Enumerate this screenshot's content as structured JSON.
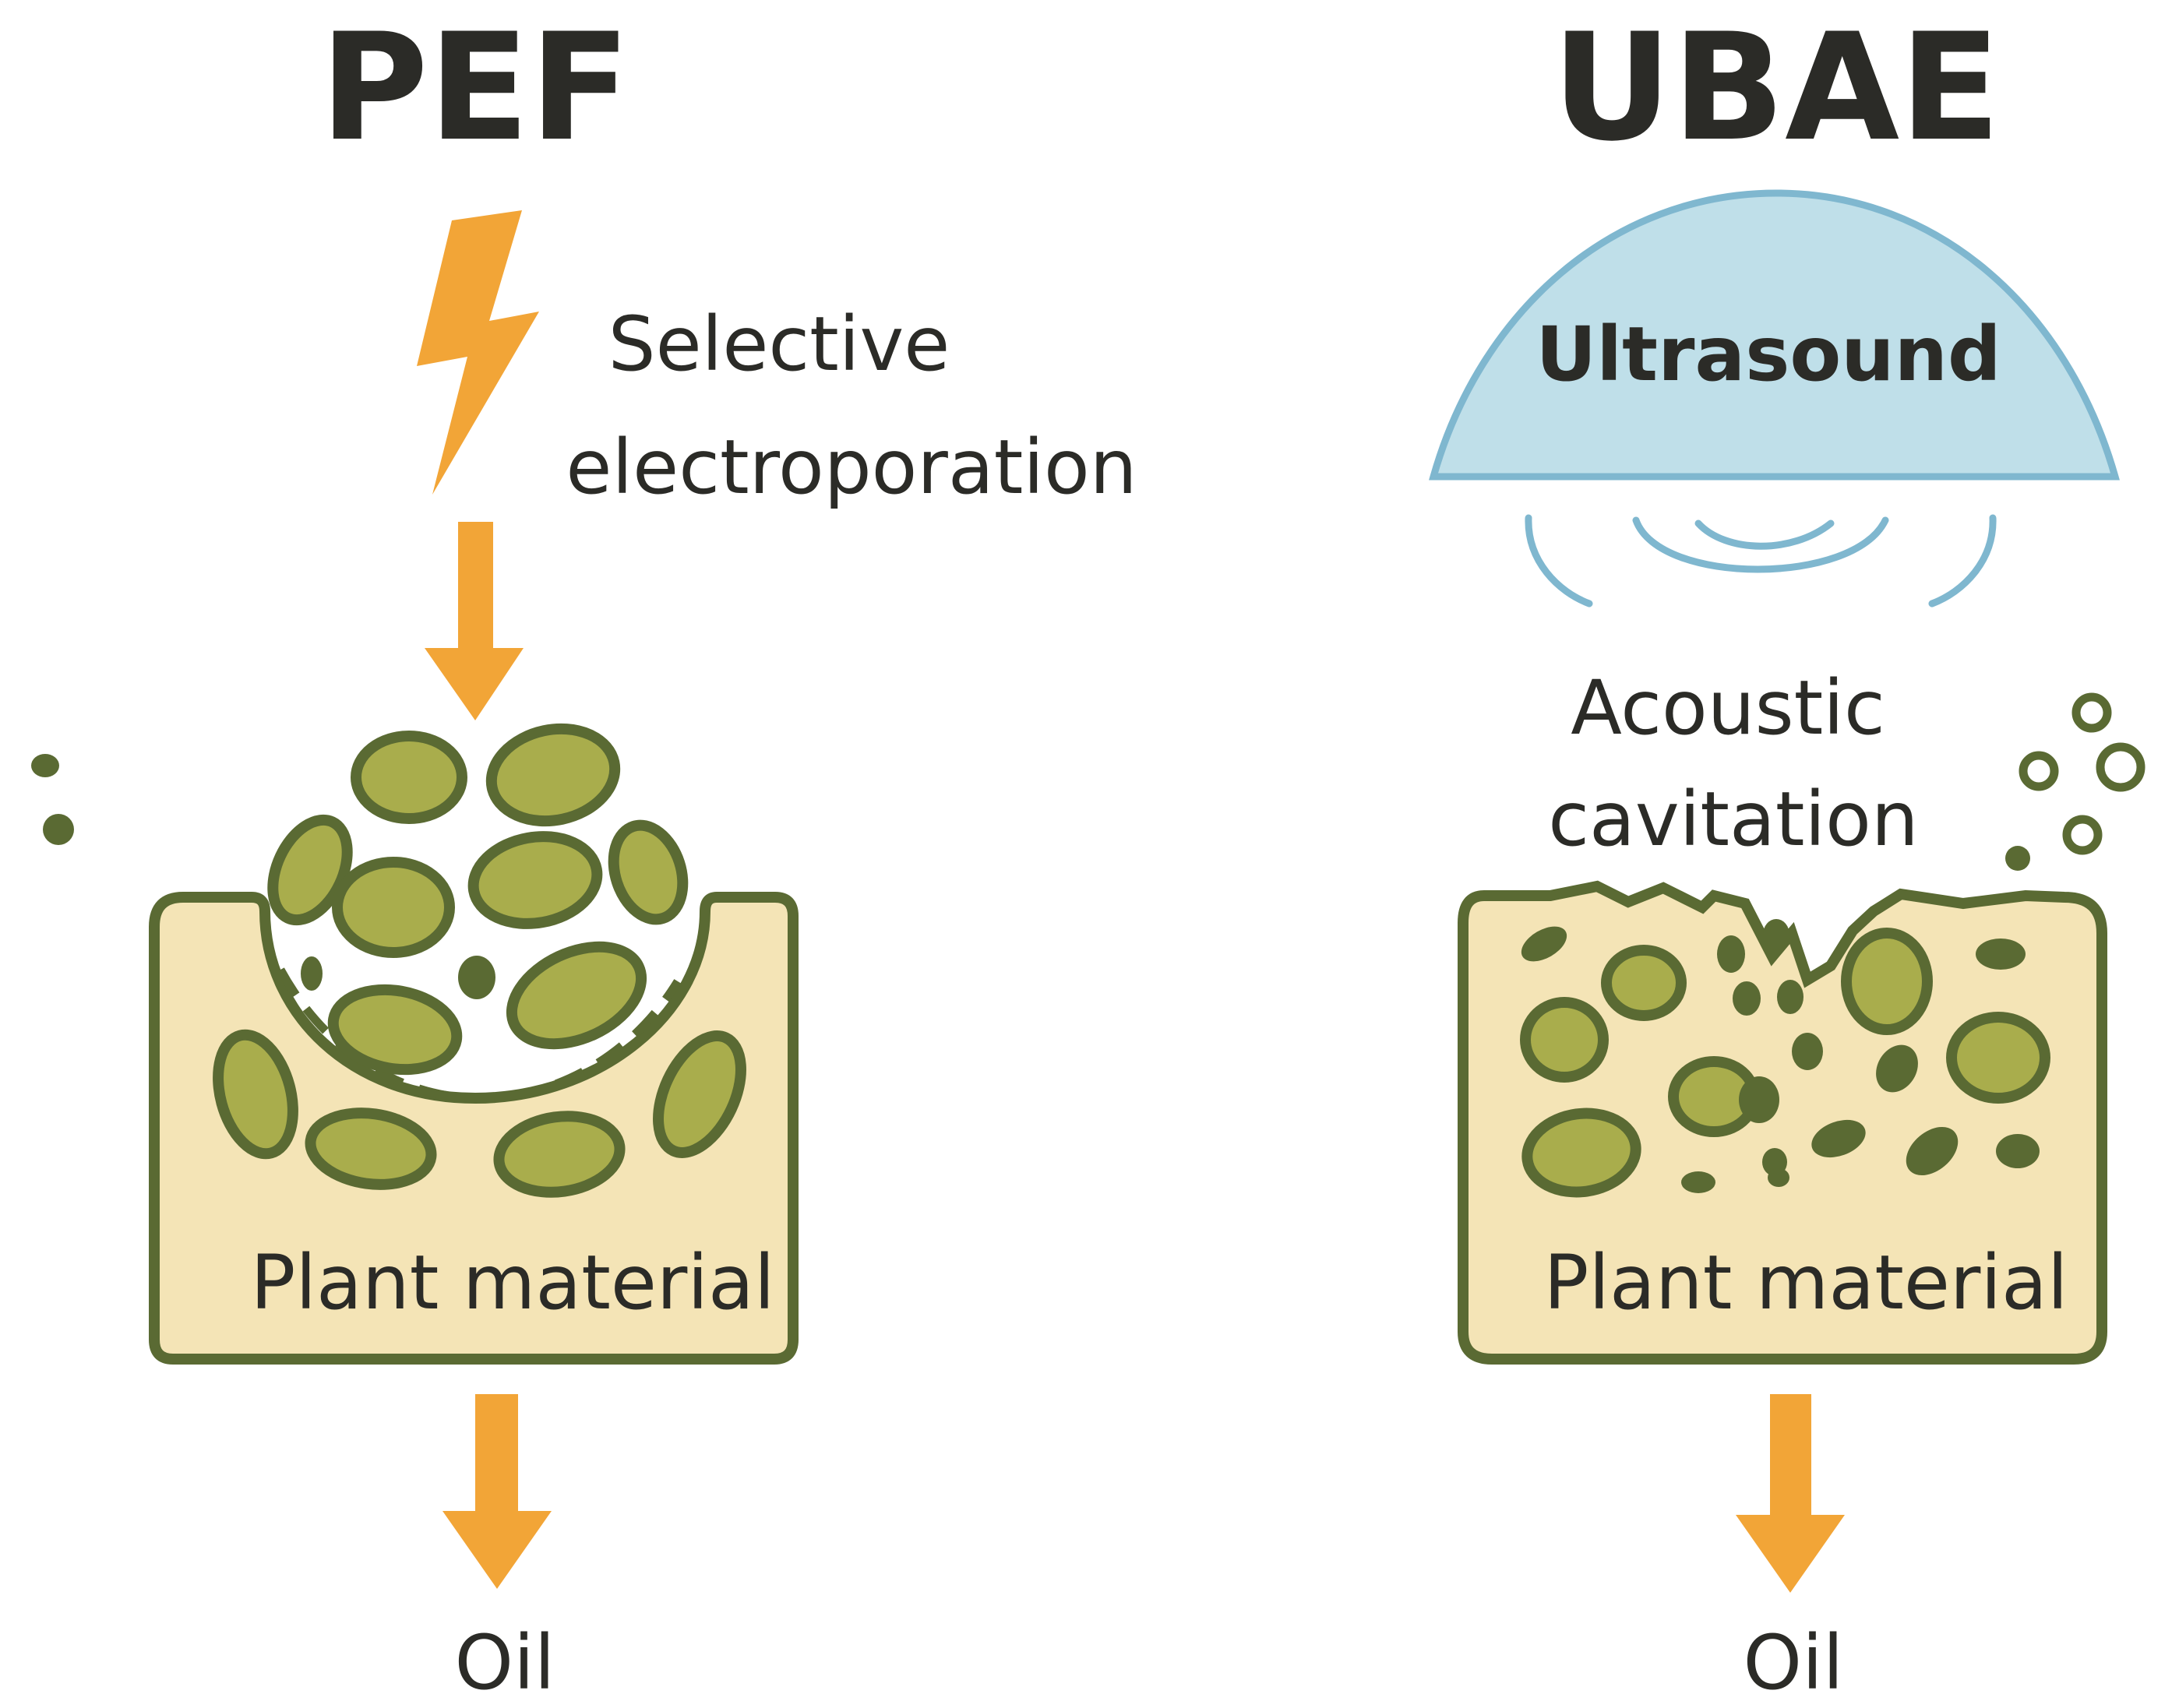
{
  "colors": {
    "title": "#2b2b27",
    "text": "#2b2b27",
    "arrow": "#f2a537",
    "block_fill": "#f4e4b6",
    "cell_fill": "#a9ad4c",
    "cell_stroke": "#5a6a33",
    "ultrasound_fill": "#bfdfe9",
    "ultrasound_stroke": "#7fb7cf"
  },
  "pef": {
    "title": "PEF",
    "icon": "lightning-bolt-icon",
    "mechanism_line1": "Selective",
    "mechanism_line2": "electroporation",
    "material_label": "Plant material",
    "output_label": "Oil"
  },
  "ubae": {
    "title": "UBAE",
    "source_label": "Ultrasound",
    "mechanism_line1": "Acoustic",
    "mechanism_line2": "cavitation",
    "material_label": "Plant material",
    "output_label": "Oil"
  }
}
